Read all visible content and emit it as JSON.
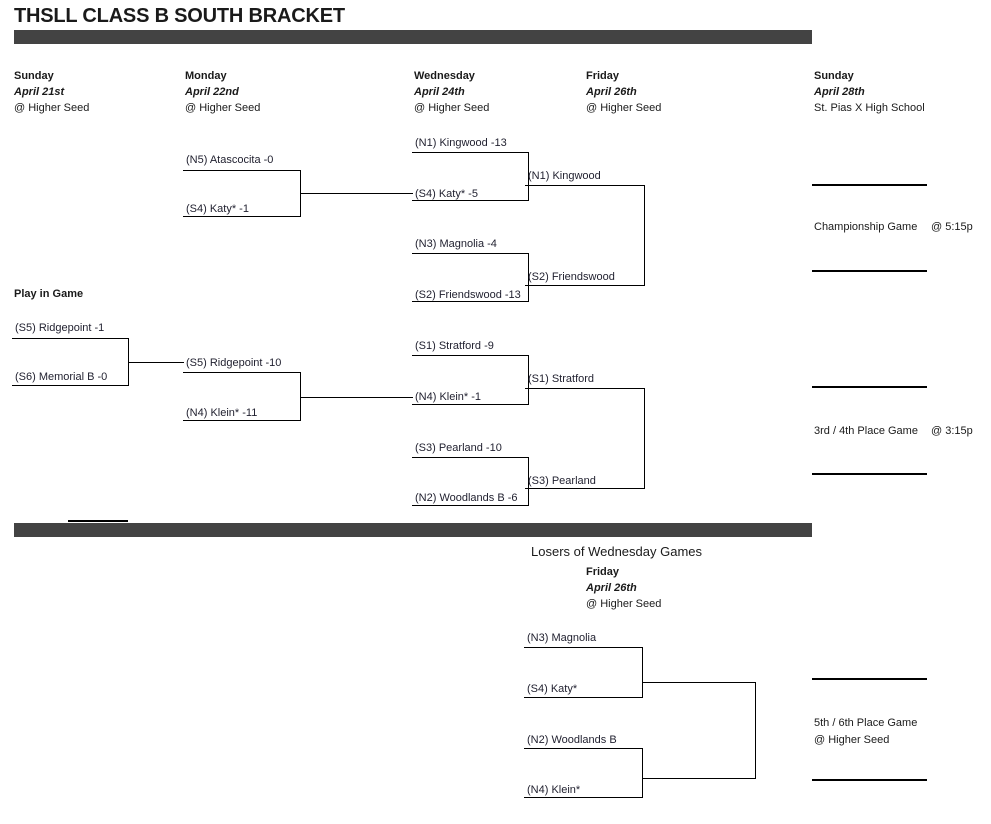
{
  "page": {
    "title": "THSLL CLASS B SOUTH BRACKET",
    "bar_color": "#434343"
  },
  "columns": [
    {
      "day": "Sunday",
      "date": "April 21st",
      "location": "@ Higher Seed"
    },
    {
      "day": "Monday",
      "date": "April 22nd",
      "location": "@ Higher Seed"
    },
    {
      "day": "Wednesday",
      "date": "April 24th",
      "location": "@ Higher Seed"
    },
    {
      "day": "Friday",
      "date": "April 26th",
      "location": "@ Higher Seed"
    },
    {
      "day": "Sunday",
      "date": "April 28th",
      "location": "St. Pias X High School"
    }
  ],
  "play_in": {
    "label": "Play in Game",
    "teams": [
      {
        "text": "(S5) Ridgepoint -1"
      },
      {
        "text": "(S6) Memorial B -0"
      }
    ]
  },
  "round_monday": {
    "game1": [
      {
        "text": "(N5) Atascocita -0"
      },
      {
        "text": "(S4) Katy* -1"
      }
    ],
    "game2": [
      {
        "text": "(S5) Ridgepoint -10"
      },
      {
        "text": "(N4) Klein* -11"
      }
    ]
  },
  "round_wednesday": {
    "game1": [
      {
        "text": "(N1) Kingwood -13"
      },
      {
        "text": "(S4) Katy* -5"
      }
    ],
    "game2": [
      {
        "text": "(N3) Magnolia -4"
      },
      {
        "text": "(S2) Friendswood -13"
      }
    ],
    "game3": [
      {
        "text": "(S1) Stratford -9"
      },
      {
        "text": "(N4) Klein* -1"
      }
    ],
    "game4": [
      {
        "text": "(S3) Pearland -10"
      },
      {
        "text": "(N2) Woodlands B -6"
      }
    ]
  },
  "round_friday": {
    "semi1": [
      {
        "text": "(N1) Kingwood"
      },
      {
        "text": "(S2) Friendswood"
      }
    ],
    "semi2": [
      {
        "text": "(S1) Stratford"
      },
      {
        "text": "(S3) Pearland"
      }
    ]
  },
  "finals": {
    "championship": {
      "name": "Championship Game",
      "time": "@ 5:15p"
    },
    "third_place": {
      "name": "3rd / 4th Place Game",
      "time": "@ 3:15p"
    }
  },
  "consolation": {
    "heading": "Losers of Wednesday Games",
    "day": "Friday",
    "date": "April 26th",
    "location": "@ Higher Seed",
    "game1": [
      {
        "text": "(N3) Magnolia"
      },
      {
        "text": "(S4) Katy*"
      }
    ],
    "game2": [
      {
        "text": "(N2) Woodlands B"
      },
      {
        "text": "(N4) Klein*"
      }
    ],
    "final": {
      "name": "5th / 6th Place Game",
      "location": "@ Higher Seed"
    }
  }
}
